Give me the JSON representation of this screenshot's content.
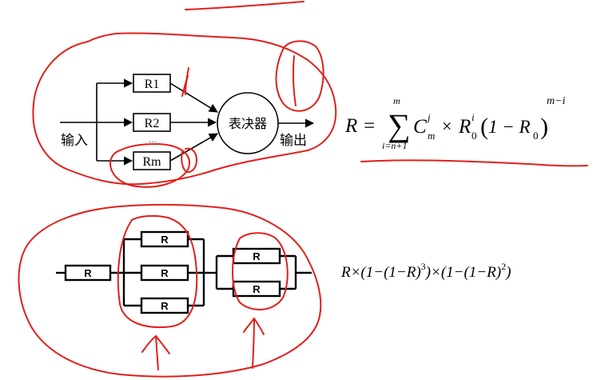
{
  "voter_system": {
    "input_label": "输入",
    "output_label": "输出",
    "voter_label": "表决器",
    "modules": [
      "R1",
      "R2",
      "Rm"
    ],
    "ellipsis": "…"
  },
  "voter_formula": {
    "lhs": "R =",
    "sum_symbol": "∑",
    "sum_upper": "m",
    "sum_lower": "i=n+1",
    "C": "C",
    "C_sup": "j",
    "C_sub": "m",
    "times": "×",
    "R": "R",
    "R_sub": "0",
    "R_sup": "i",
    "paren_open": "(",
    "one_minus": "1 − R",
    "R0_sub": "0",
    "paren_close": ")",
    "exponent": "m−i"
  },
  "series_parallel": {
    "block_label": "R",
    "first_stage_count": 1,
    "second_stage_count": 3,
    "third_stage_count": 2
  },
  "series_parallel_formula": {
    "text_1": "R×(1−(1−R)",
    "exp_1": "3",
    "text_2": ")×(1−(1−R)",
    "exp_2": "2",
    "text_3": ")"
  },
  "annotation_color": "#e0201a"
}
